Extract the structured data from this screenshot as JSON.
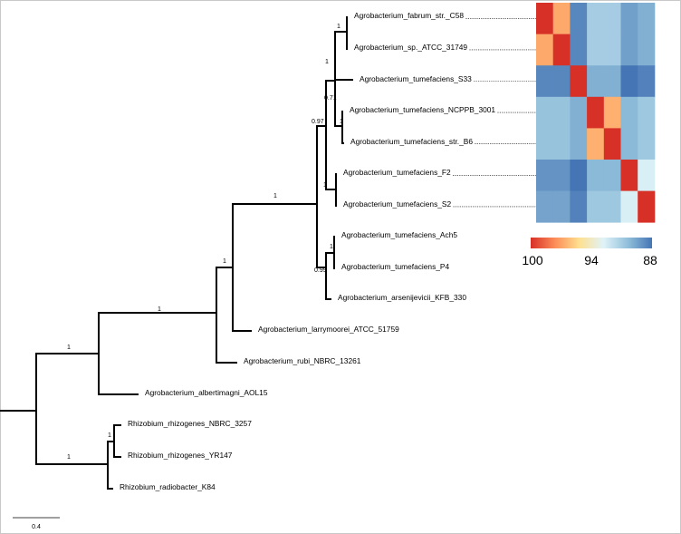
{
  "tree": {
    "leaves": [
      {
        "id": "L1",
        "label": "Agrobacterium_fabrum_str._C58"
      },
      {
        "id": "L2",
        "label": "Agrobacterium_sp._ATCC_31749"
      },
      {
        "id": "L3",
        "label": "Agrobacterium_tumefaciens_S33"
      },
      {
        "id": "L4",
        "label": "Agrobacterium_tumefaciens_NCPPB_3001"
      },
      {
        "id": "L5",
        "label": "Agrobacterium_tumefaciens_str._B6"
      },
      {
        "id": "L6",
        "label": "Agrobacterium_tumefaciens_F2"
      },
      {
        "id": "L7",
        "label": "Agrobacterium_tumefaciens_S2"
      },
      {
        "id": "L8",
        "label": "Agrobacterium_tumefaciens_Ach5"
      },
      {
        "id": "L9",
        "label": "Agrobacterium_tumefaciens_P4"
      },
      {
        "id": "L10",
        "label": "Agrobacterium_arsenijevicii_KFB_330"
      },
      {
        "id": "L11",
        "label": "Agrobacterium_larrymoorei_ATCC_51759"
      },
      {
        "id": "L12",
        "label": "Agrobacterium_rubi_NBRC_13261"
      },
      {
        "id": "L13",
        "label": "Agrobacterium_albertimagni_AOL15"
      },
      {
        "id": "L14",
        "label": "Rhizobium_rhizogenes_NBRC_3257"
      },
      {
        "id": "L15",
        "label": "Rhizobium_rhizogenes_YR147"
      },
      {
        "id": "L16",
        "label": "Rhizobium_radiobacter_K84"
      }
    ],
    "support_values": [
      "1",
      "1",
      "0.71",
      "1",
      "0.97",
      "1",
      "1",
      "0.99",
      "1",
      "1",
      "1",
      "1",
      "1",
      "1"
    ],
    "scale_bar_label": "0.4"
  },
  "heatmap": {
    "rows": 7,
    "cols": 7,
    "matrix": [
      [
        100.0,
        96.8,
        88.6,
        91.0,
        91.0,
        89.4,
        89.9
      ],
      [
        96.8,
        100.0,
        88.6,
        91.0,
        91.0,
        89.4,
        89.9
      ],
      [
        88.6,
        88.6,
        100.0,
        89.9,
        89.9,
        87.8,
        88.4
      ],
      [
        90.6,
        90.6,
        89.9,
        100.0,
        96.6,
        90.2,
        90.8
      ],
      [
        90.6,
        90.6,
        89.9,
        96.6,
        100.0,
        90.2,
        90.8
      ],
      [
        89.0,
        89.0,
        87.6,
        90.2,
        90.2,
        100.0,
        92.6
      ],
      [
        89.5,
        89.5,
        88.4,
        90.8,
        90.8,
        92.6,
        100.0
      ]
    ]
  },
  "legend": {
    "tick_labels": [
      "100",
      "94",
      "88"
    ],
    "colors": [
      "#d73027",
      "#fc8d59",
      "#fee090",
      "#e0f3f8",
      "#91bfdb",
      "#4575b4"
    ]
  }
}
